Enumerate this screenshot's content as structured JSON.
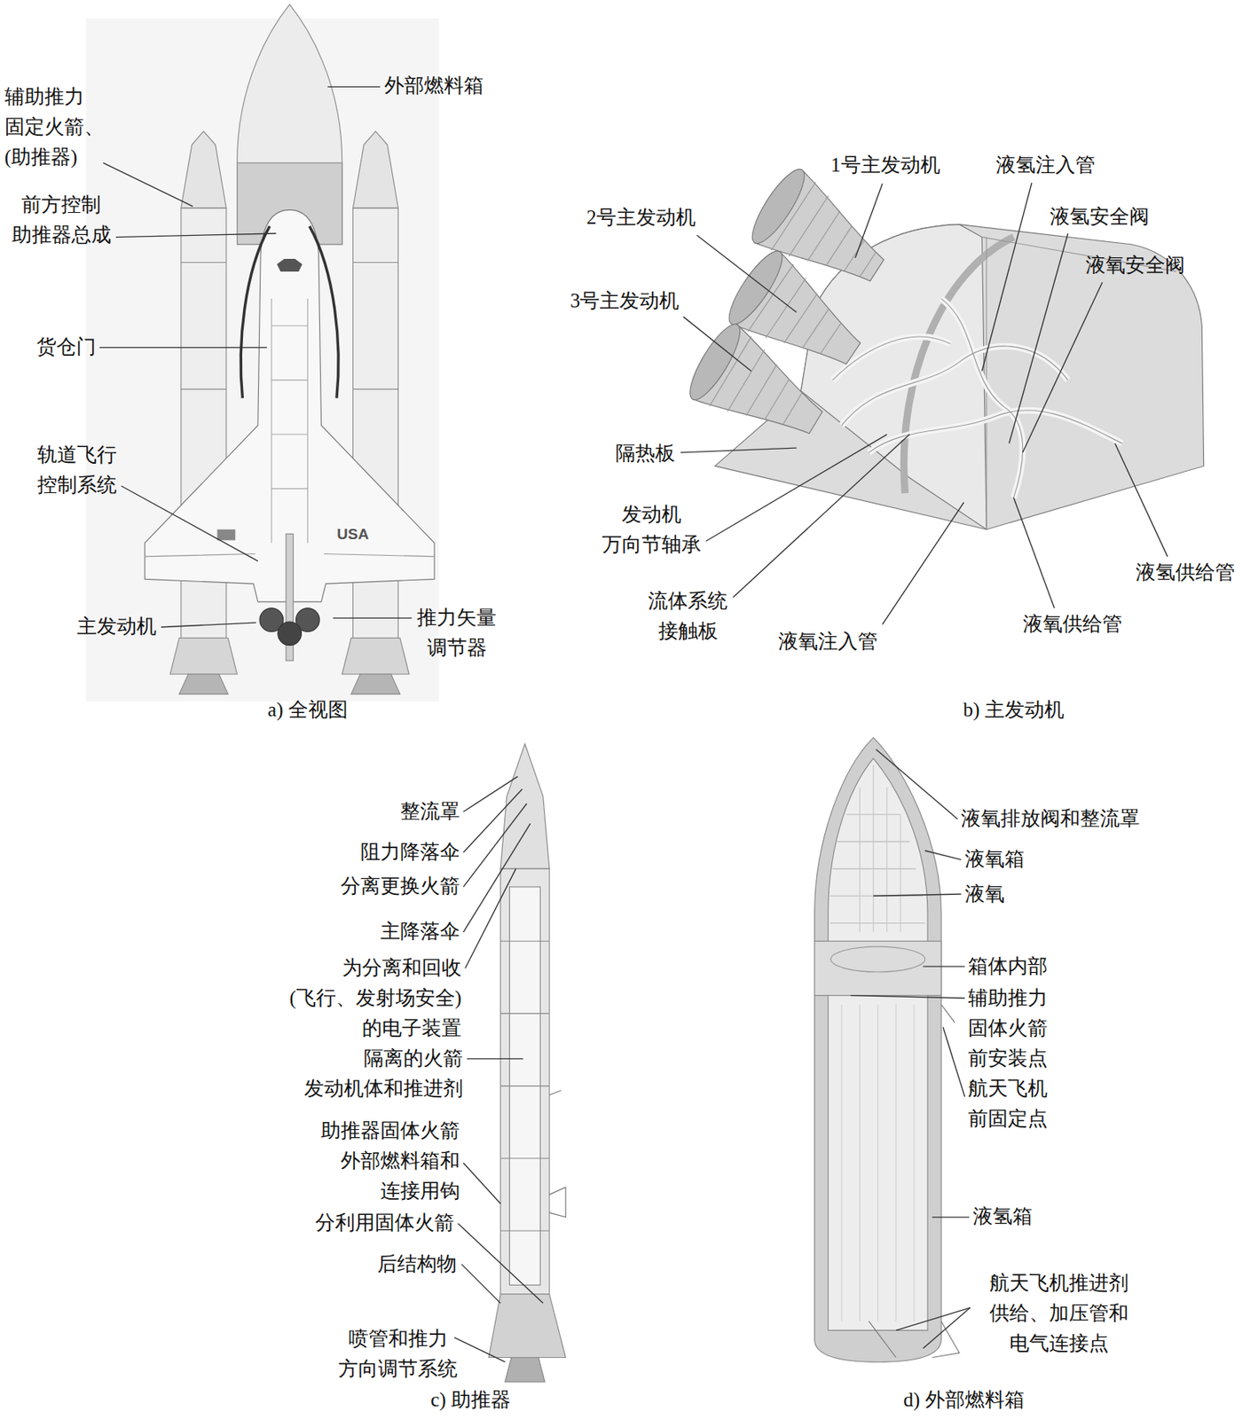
{
  "diagram": {
    "labels": [
      "辅助推力 固定火箭、 (助推器)",
      "外部燃料箱",
      "前方控制 助推器总成",
      "货仓门",
      "轨道飞行 控制系统",
      "主发动机",
      "USA",
      "推力矢量 调节器",
      "a) 全视图",
      "1号主发动机",
      "液氢注入管",
      "2号主发动机",
      "液氢安全阀",
      "液氧安全阀",
      "3号主发动机",
      "隔热板",
      "发动机 万向节轴承",
      "流体系统 接触板",
      "液氧注入管",
      "液氢供给管",
      "液氧供给管",
      "b) 主发动机",
      "整流罩",
      "阻力降落伞",
      "分离更换火箭",
      "主降落伞",
      "为分离和回收 (飞行、发射场安全) 的电子装置",
      "隔离的火箭 发动机体和推进剂",
      "助推器固体火箭 外部燃料箱和 连接用钩",
      "分利用固体火箭",
      "后结构物",
      "喷管和推力 方向调节系统",
      "c) 助推器",
      "液氧排放阀和整流罩",
      "液氧箱",
      "液氧",
      "箱体内部",
      "辅助推力 固体火箭 前安装点",
      "航天飞机 前固定点",
      "液氢箱",
      "航天飞机推进剂 供给、加压管和 电气连接点",
      "d) 外部燃料箱"
    ]
  }
}
